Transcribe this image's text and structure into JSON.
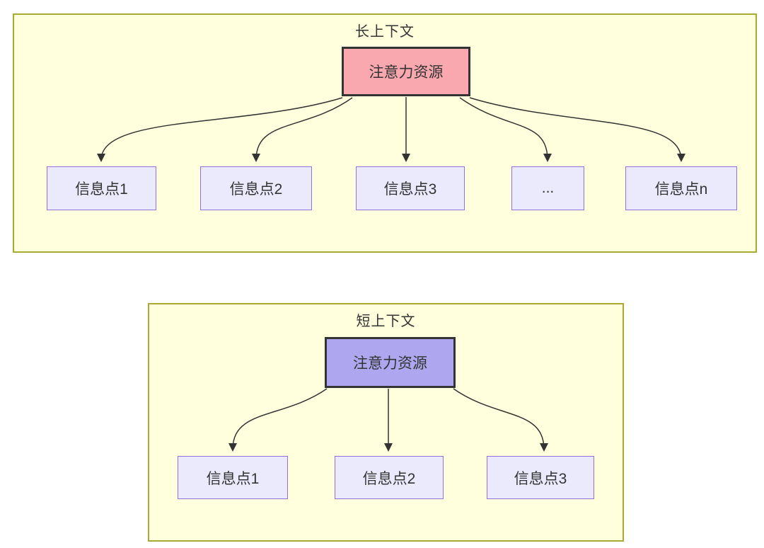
{
  "colors": {
    "panel_fill": "#ffffde",
    "panel_border": "#aaaa33",
    "attention_long_fill": "#f9a8b0",
    "attention_short_fill": "#aea7ef",
    "node_fill": "#ebe9fc",
    "node_border": "#9370db",
    "dark_border": "#333333",
    "line": "#333333",
    "text": "#333333"
  },
  "long_context": {
    "title": "长上下文",
    "attention_label": "注意力资源",
    "nodes": [
      "信息点1",
      "信息点2",
      "信息点3",
      "...",
      "信息点n"
    ]
  },
  "short_context": {
    "title": "短上下文",
    "attention_label": "注意力资源",
    "nodes": [
      "信息点1",
      "信息点2",
      "信息点3"
    ]
  }
}
